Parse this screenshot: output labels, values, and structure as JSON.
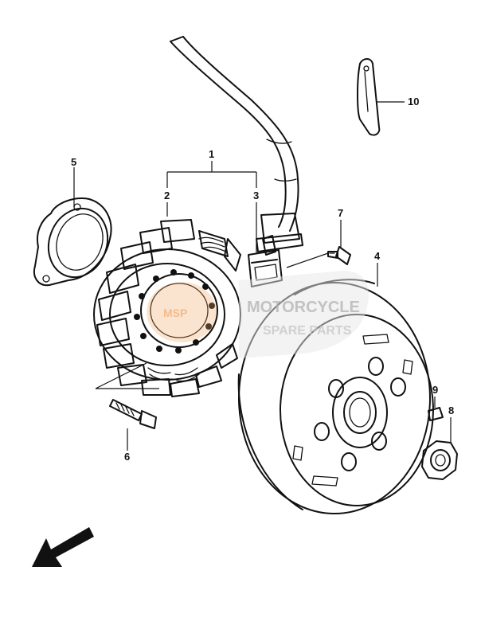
{
  "callouts": {
    "c1": "1",
    "c2": "2",
    "c3": "3",
    "c4": "4",
    "c5": "5",
    "c6": "6",
    "c7": "7",
    "c8": "8",
    "c9": "9",
    "c10": "10"
  },
  "watermark": {
    "line1": "MOTORCYCLE",
    "line2": "SPARE PARTS",
    "logo_text": "MSP"
  },
  "colors": {
    "ink": "#111111",
    "watermark_orange": "#f0a060",
    "watermark_gray": "#b8b8b8",
    "background": "#ffffff"
  }
}
